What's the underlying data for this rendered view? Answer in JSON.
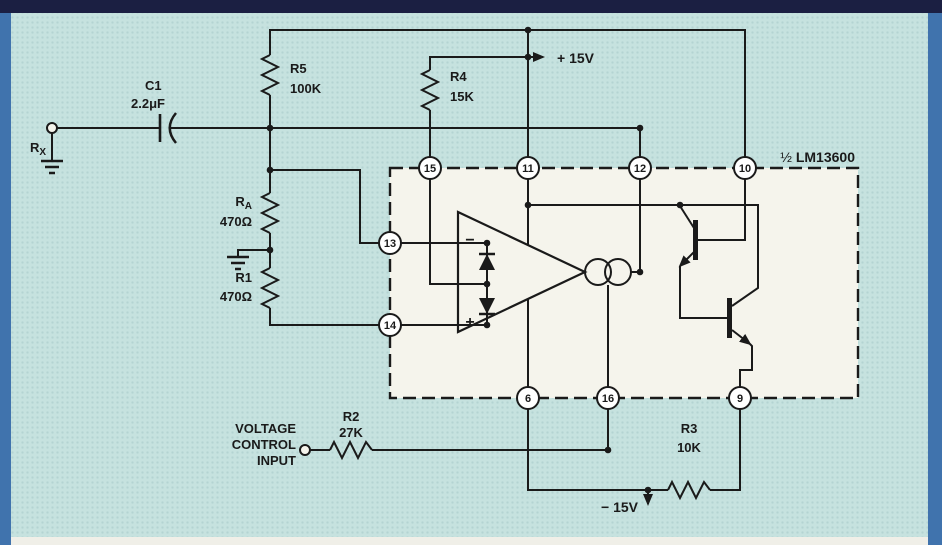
{
  "ic": {
    "fraction": "½",
    "name": "LM13600"
  },
  "pins": {
    "p15": "15",
    "p11": "11",
    "p12": "12",
    "p10": "10",
    "p13": "13",
    "p14": "14",
    "p6": "6",
    "p16": "16",
    "p9": "9"
  },
  "components": {
    "c1": {
      "ref": "C1",
      "value": "2.2μF"
    },
    "r5": {
      "ref": "R5",
      "value": "100K"
    },
    "r4": {
      "ref": "R4",
      "value": "15K"
    },
    "ra": {
      "ref": "R",
      "sub": "A",
      "value": "470Ω"
    },
    "r1": {
      "ref": "R1",
      "value": "470Ω"
    },
    "r2": {
      "ref": "R2",
      "value": "27K"
    },
    "r3": {
      "ref": "R3",
      "value": "10K"
    }
  },
  "supplies": {
    "positive": "+ 15V",
    "negative": "− 15V"
  },
  "terminals": {
    "rx": {
      "ref": "R",
      "sub": "X"
    },
    "control": {
      "line1": "VOLTAGE",
      "line2": "CONTROL",
      "line3": "INPUT"
    }
  },
  "opamp": {
    "minus": "−",
    "plus": "+"
  },
  "colors": {
    "background": "#c6e2df",
    "ink": "#1a1a1a",
    "frame_top": "#1b1f42",
    "frame_side": "#4073ad",
    "ic_fill": "#f5f4ec"
  }
}
